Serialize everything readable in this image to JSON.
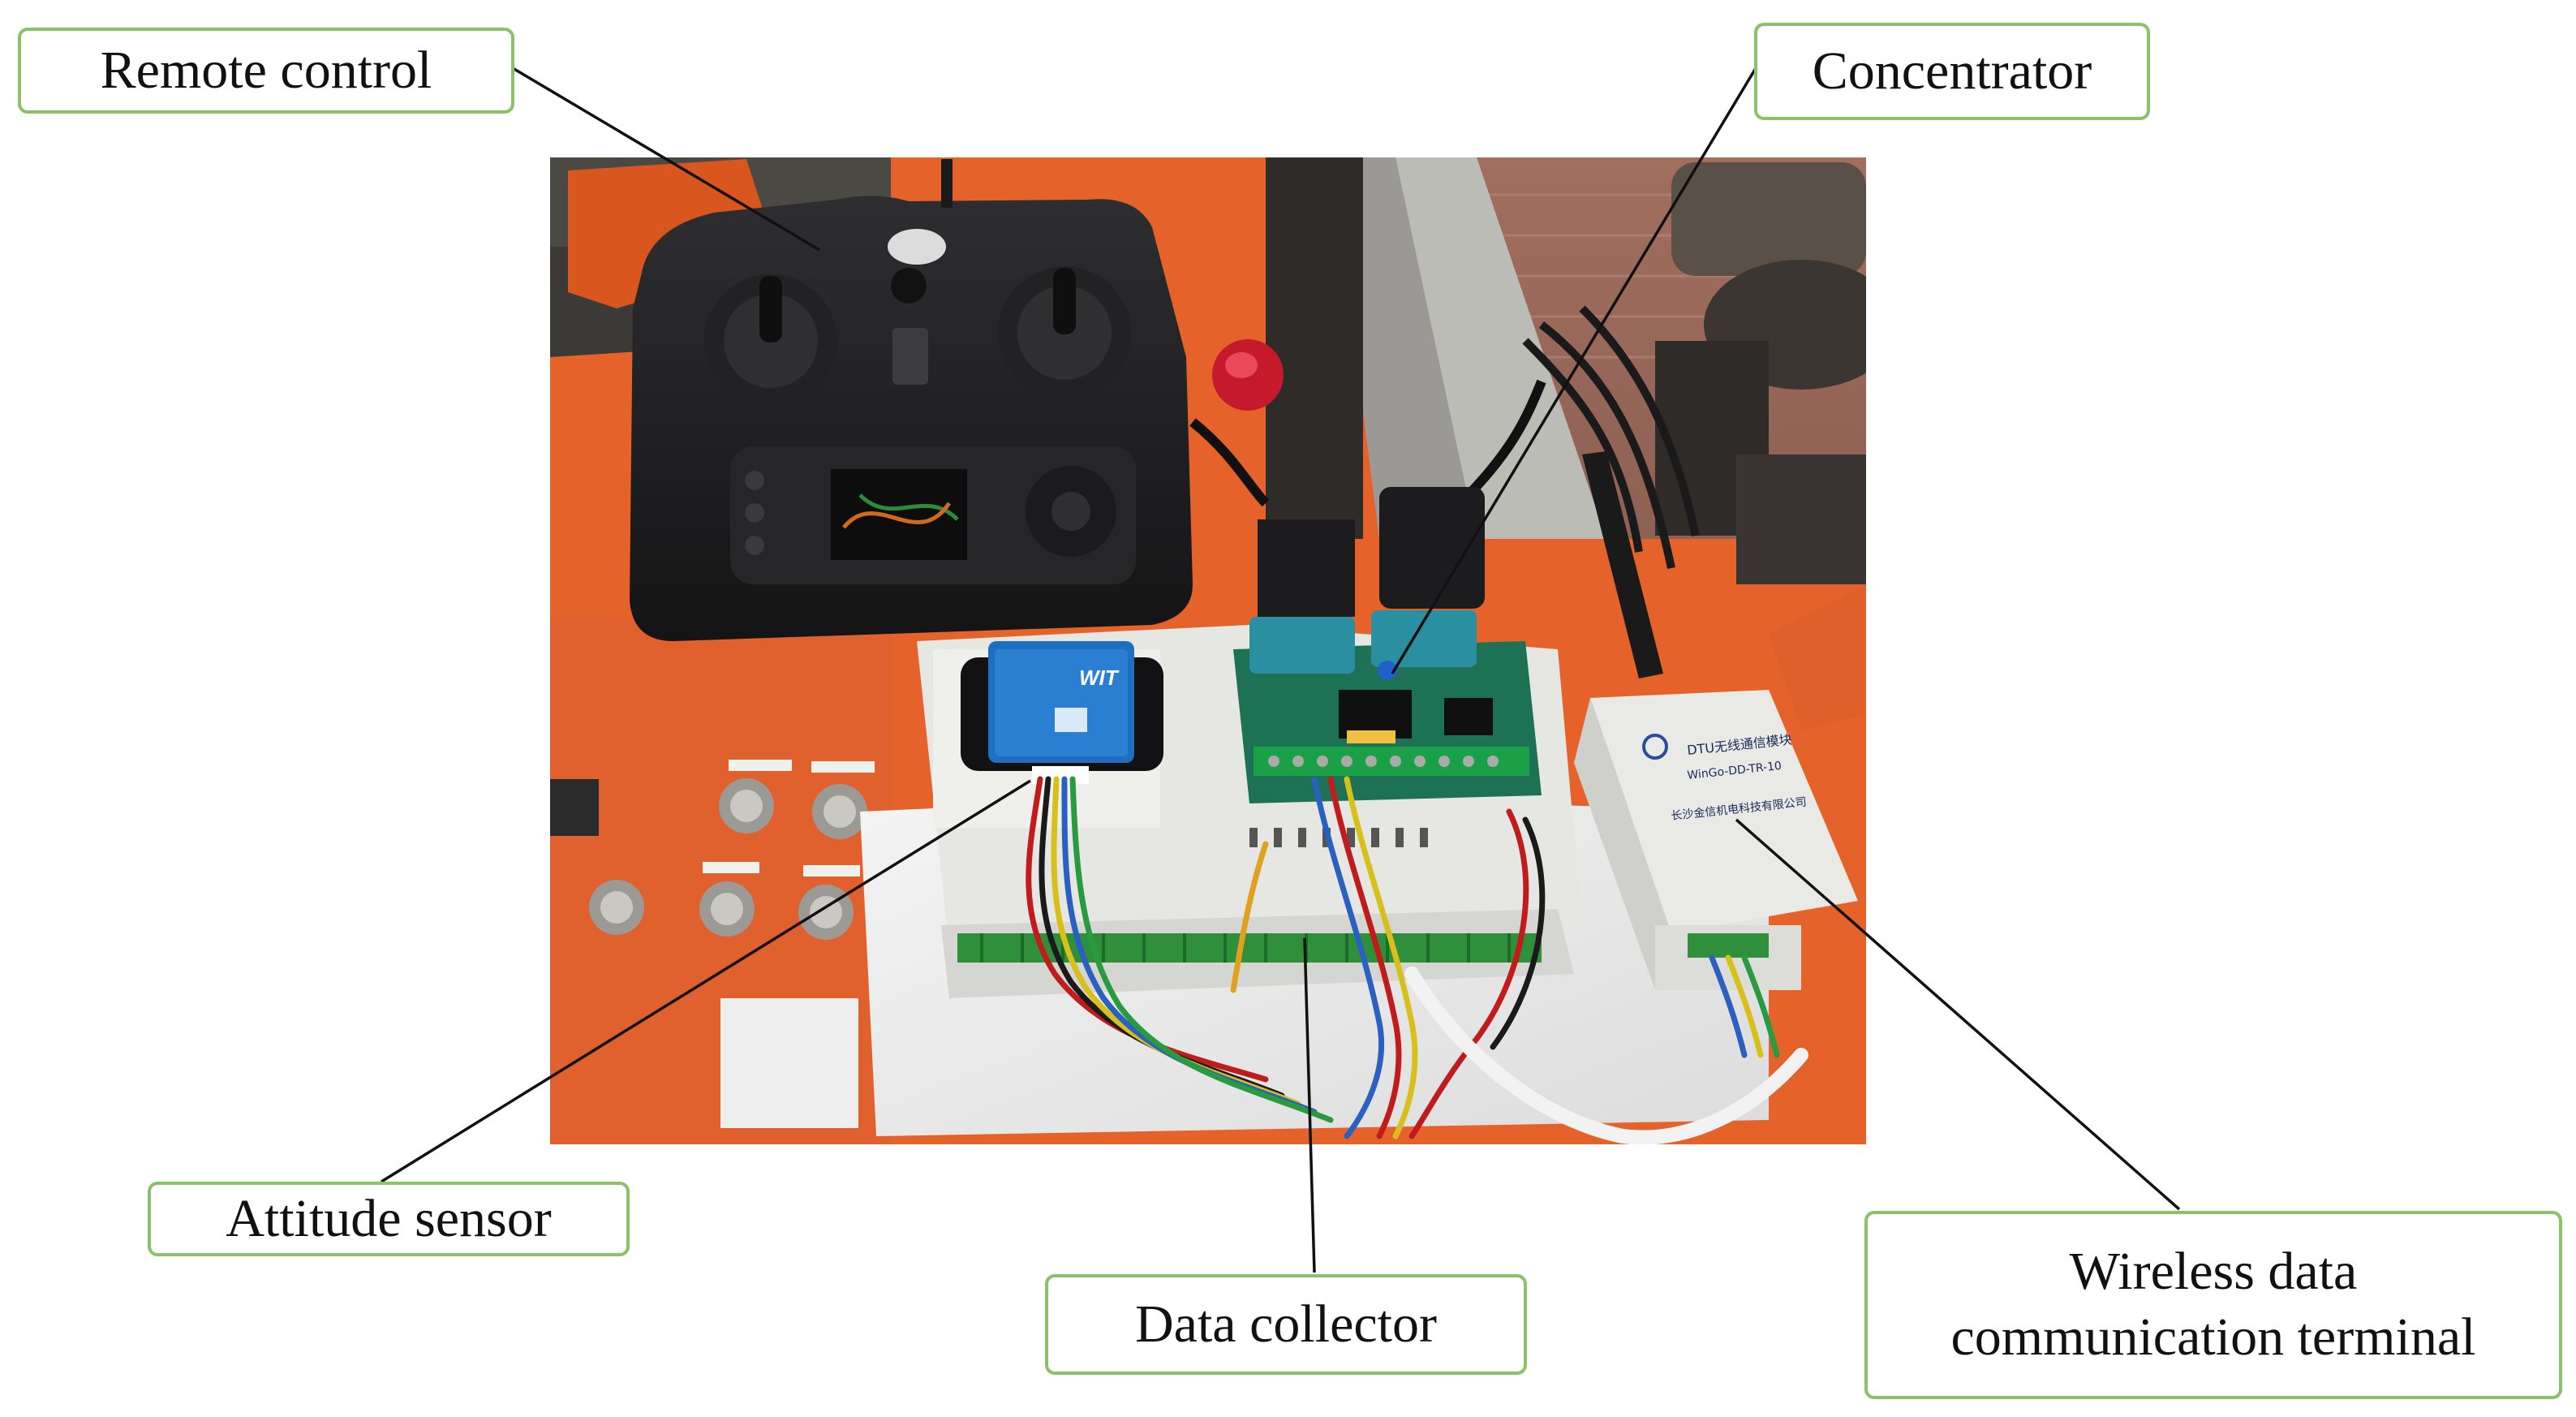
{
  "labels": {
    "remote_control": "Remote control",
    "concentrator": "Concentrator",
    "attitude_sensor": "Attitude sensor",
    "data_collector": "Data collector",
    "wireless_line1": "Wireless data",
    "wireless_line2": "communication terminal"
  },
  "device_text": {
    "sensor_brand": "WIT",
    "terminal_title": "DTU无线通信模块",
    "terminal_model": "WinGo-DD-TR-10",
    "terminal_company": "长沙金信机电科技有限公司"
  },
  "colors": {
    "callout_border": "#8cc06a",
    "leader_line": "#111111",
    "machine_orange": "#e5632b",
    "controller_body": "#1c1c1e",
    "board_green": "#1d7256",
    "serial_port_teal": "#2a8fa0"
  }
}
